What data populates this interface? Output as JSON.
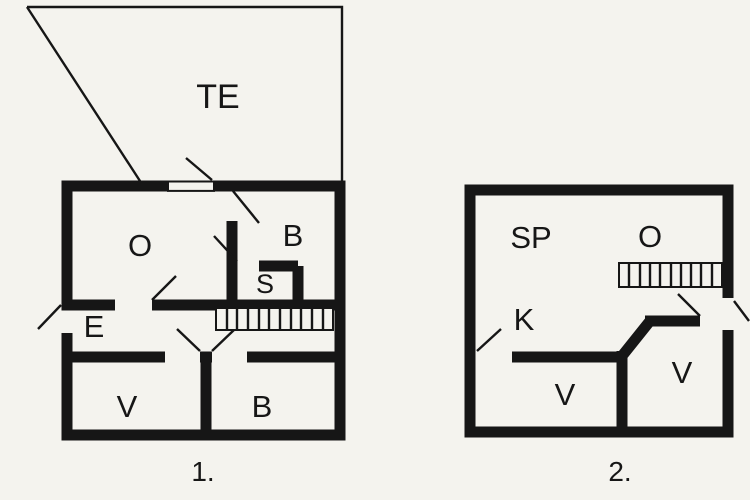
{
  "colors": {
    "background": "#f4f3ee",
    "ink": "#161616"
  },
  "floor1": {
    "caption": "1.",
    "rooms": {
      "te": "TE",
      "o": "O",
      "b_top": "B",
      "s": "S",
      "e": "E",
      "v": "V",
      "b_bottom": "B"
    }
  },
  "floor2": {
    "caption": "2.",
    "rooms": {
      "sp": "SP",
      "o": "O",
      "k": "K",
      "v_mid": "V",
      "v_right": "V"
    }
  }
}
